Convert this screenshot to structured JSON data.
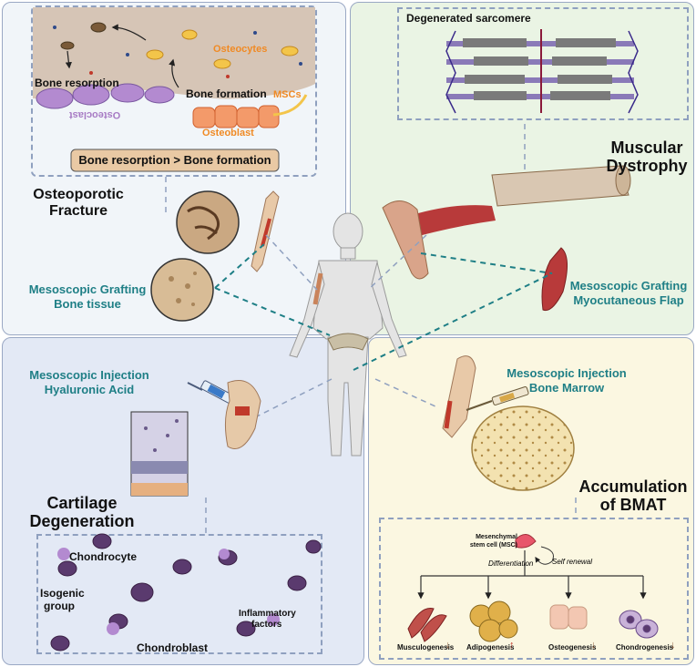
{
  "top_left": {
    "title": [
      "Osteoporotic",
      "Fracture"
    ],
    "labels": {
      "osteocytes": "Osteocytes",
      "bone_resorption": "Bone resorption",
      "bone_formation": "Bone formation",
      "mscs": "MSCs",
      "osteoclast": "Osteoclast",
      "osteoblast": "Osteoblast"
    },
    "banner": "Bone resorption > Bone formation",
    "treatment": [
      "Mesoscopic Grafting",
      "Bone tissue"
    ]
  },
  "top_right": {
    "sarcomere_label": "Degenerated sarcomere",
    "title": [
      "Muscular",
      "Dystrophy"
    ],
    "treatment": [
      "Mesoscopic Grafting",
      "Myocutaneous Flap"
    ]
  },
  "bottom_left": {
    "treatment": [
      "Mesoscopic Injection",
      "Hyaluronic Acid"
    ],
    "title": [
      "Cartilage",
      "Degeneration"
    ],
    "labels": {
      "chondrocyte": "Chondrocyte",
      "isogenic_group": [
        "Isogenic",
        "group"
      ],
      "inflammatory": [
        "Inflammatory",
        "factors"
      ],
      "chondroblast": "Chondroblast"
    }
  },
  "bottom_right": {
    "treatment": [
      "Mesoscopic Injection",
      "Bone Marrow"
    ],
    "title": [
      "Accumulation",
      "of BMAT"
    ],
    "msc_label": [
      "Mesenchymal",
      "stem cell (MSC)"
    ],
    "differentiation": "Differentiation",
    "self_renewal": "Self renewal",
    "outcomes": [
      {
        "label": "Musculogenesis",
        "trend": "down"
      },
      {
        "label": "Adipogenesis",
        "trend": "up"
      },
      {
        "label": "Osteogenesis",
        "trend": "down"
      },
      {
        "label": "Chondrogenesis",
        "trend": "down"
      }
    ]
  },
  "colors": {
    "teal": "#1f7f86",
    "orange": "#f08a24",
    "osteoclast": "#a77bc4",
    "cartilage_cell": "#5a3a6e",
    "arrow_up": "#c0392b",
    "arrow_down": "#8a5a3a"
  }
}
